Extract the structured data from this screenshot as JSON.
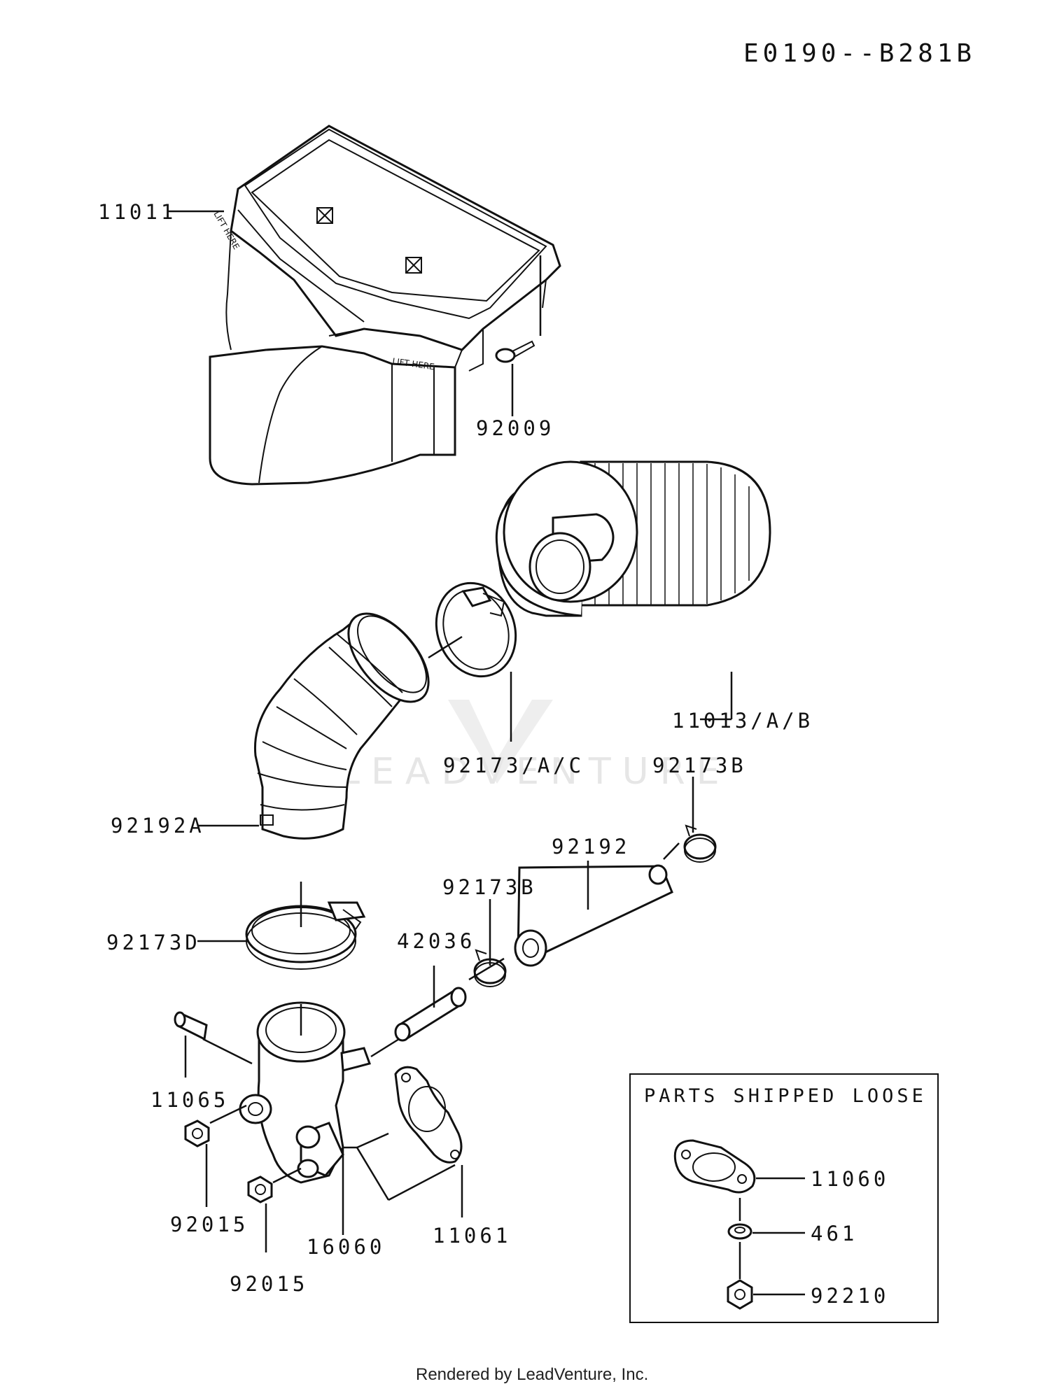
{
  "diagram_code": "E0190--B281B",
  "watermark": "LEADVENTURE",
  "footer": "Rendered by LeadVenture, Inc.",
  "loose_box_title": "PARTS SHIPPED LOOSE",
  "parts": [
    {
      "id": "p11011",
      "label": "11011"
    },
    {
      "id": "p92009",
      "label": "92009"
    },
    {
      "id": "p11013",
      "label": "11013/A/B"
    },
    {
      "id": "p92173ac",
      "label": "92173/A/C"
    },
    {
      "id": "p92173b_top",
      "label": "92173B"
    },
    {
      "id": "p92192a",
      "label": "92192A"
    },
    {
      "id": "p92192",
      "label": "92192"
    },
    {
      "id": "p92173b_mid",
      "label": "92173B"
    },
    {
      "id": "p92173d",
      "label": "92173D"
    },
    {
      "id": "p42036",
      "label": "42036"
    },
    {
      "id": "p11065",
      "label": "11065"
    },
    {
      "id": "p92015a",
      "label": "92015"
    },
    {
      "id": "p16060",
      "label": "16060"
    },
    {
      "id": "p11061",
      "label": "11061"
    },
    {
      "id": "p92015b",
      "label": "92015"
    },
    {
      "id": "p11060",
      "label": "11060"
    },
    {
      "id": "p461",
      "label": "461"
    },
    {
      "id": "p92210",
      "label": "92210"
    }
  ]
}
